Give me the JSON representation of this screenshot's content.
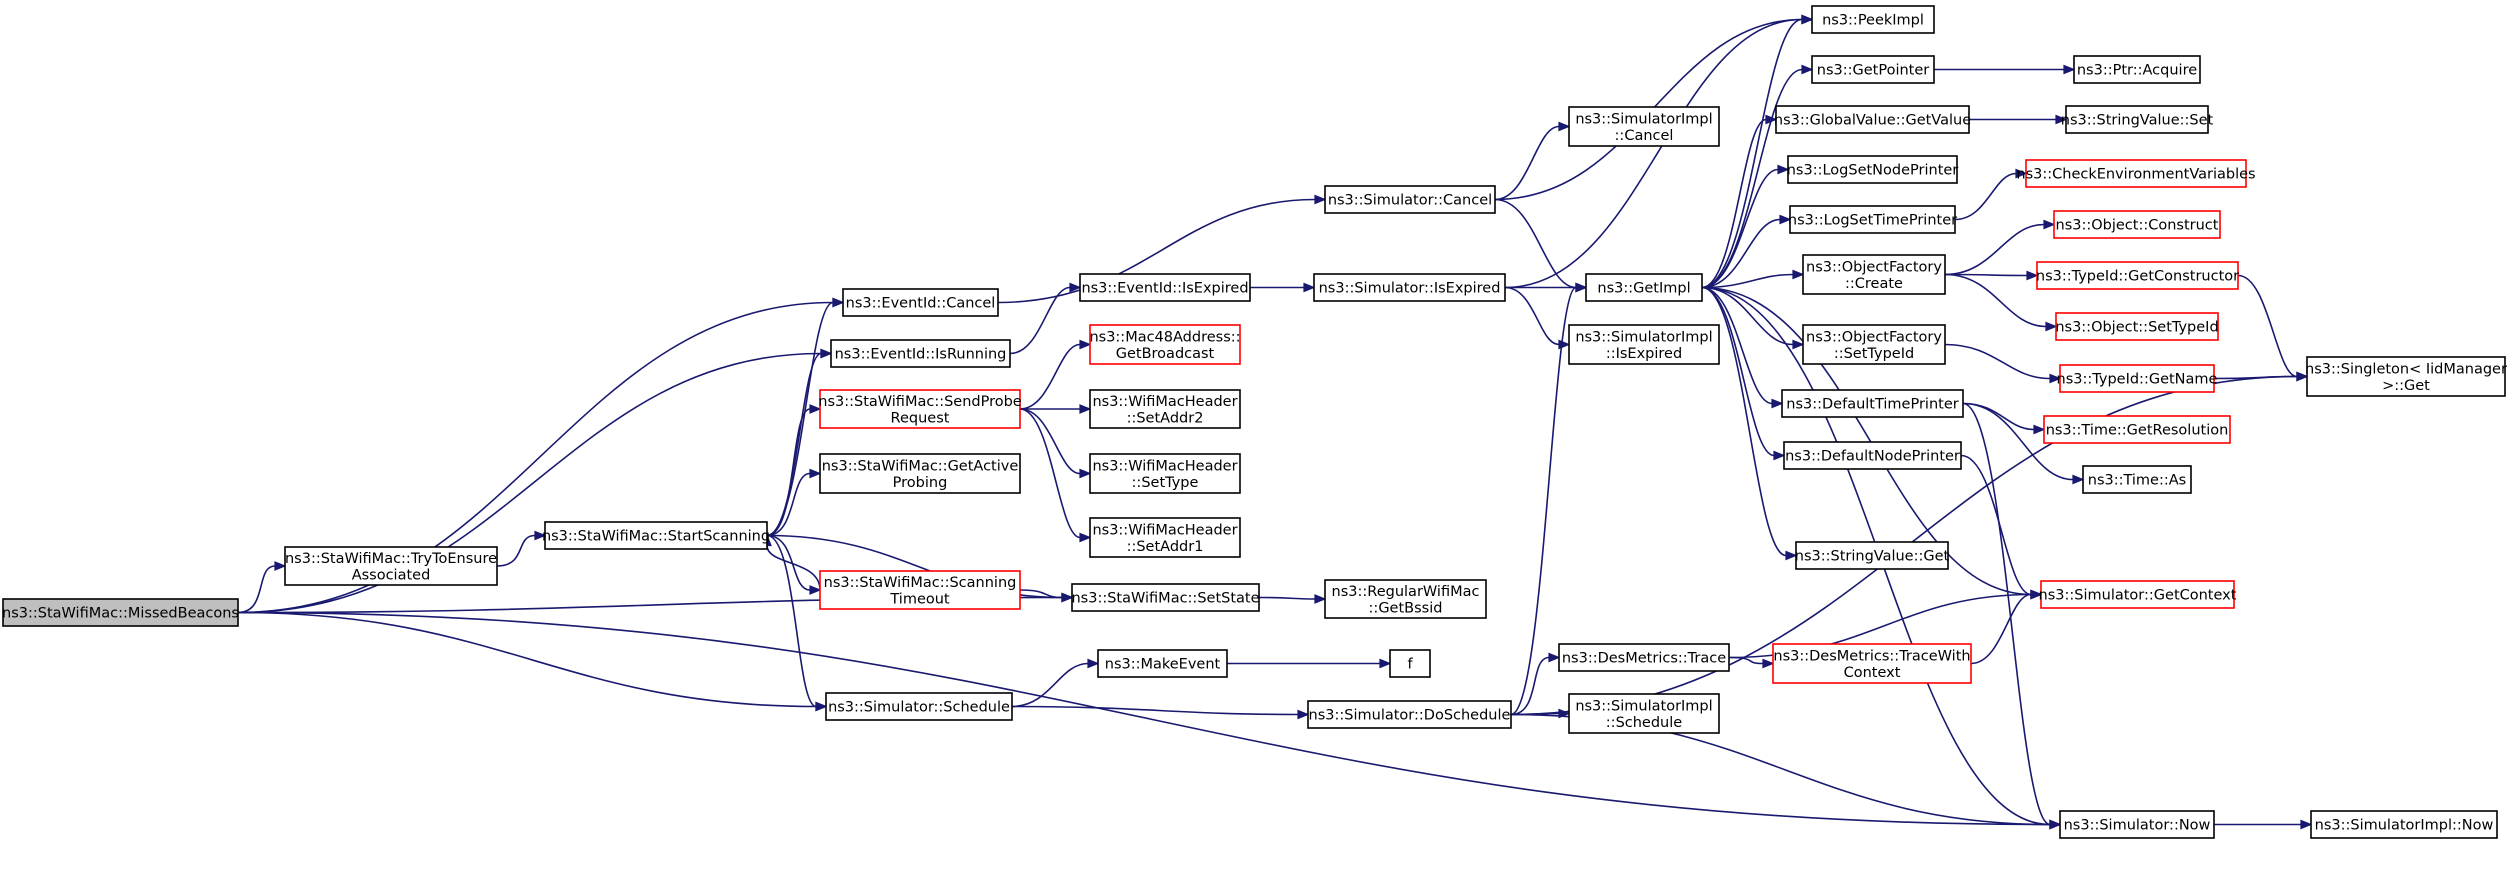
{
  "nodes": {
    "missed_beacons": {
      "lines": [
        "ns3::StaWifiMac::MissedBeacons"
      ],
      "style": "root"
    },
    "try_to_ensure": {
      "lines": [
        "ns3::StaWifiMac::TryToEnsure",
        "Associated"
      ],
      "style": "black"
    },
    "start_scanning": {
      "lines": [
        "ns3::StaWifiMac::StartScanning"
      ],
      "style": "black"
    },
    "eventid_cancel": {
      "lines": [
        "ns3::EventId::Cancel"
      ],
      "style": "black"
    },
    "eventid_isrunning": {
      "lines": [
        "ns3::EventId::IsRunning"
      ],
      "style": "black"
    },
    "send_probe": {
      "lines": [
        "ns3::StaWifiMac::SendProbe",
        "Request"
      ],
      "style": "red"
    },
    "get_active_probing": {
      "lines": [
        "ns3::StaWifiMac::GetActive",
        "Probing"
      ],
      "style": "black"
    },
    "scanning_timeout": {
      "lines": [
        "ns3::StaWifiMac::Scanning",
        "Timeout"
      ],
      "style": "red"
    },
    "set_state": {
      "lines": [
        "ns3::StaWifiMac::SetState"
      ],
      "style": "black"
    },
    "sim_schedule": {
      "lines": [
        "ns3::Simulator::Schedule"
      ],
      "style": "black"
    },
    "eventid_isexpired": {
      "lines": [
        "ns3::EventId::IsExpired"
      ],
      "style": "black"
    },
    "mac48_broadcast": {
      "lines": [
        "ns3::Mac48Address::",
        "GetBroadcast"
      ],
      "style": "red"
    },
    "hdr_setaddr2": {
      "lines": [
        "ns3::WifiMacHeader",
        "::SetAddr2"
      ],
      "style": "black"
    },
    "hdr_settype": {
      "lines": [
        "ns3::WifiMacHeader",
        "::SetType"
      ],
      "style": "black"
    },
    "hdr_setaddr1": {
      "lines": [
        "ns3::WifiMacHeader",
        "::SetAddr1"
      ],
      "style": "black"
    },
    "regular_getbssid": {
      "lines": [
        "ns3::RegularWifiMac",
        "::GetBssid"
      ],
      "style": "black"
    },
    "make_event": {
      "lines": [
        "ns3::MakeEvent"
      ],
      "style": "black"
    },
    "f": {
      "lines": [
        "f"
      ],
      "style": "black"
    },
    "sim_cancel": {
      "lines": [
        "ns3::Simulator::Cancel"
      ],
      "style": "black"
    },
    "sim_isexpired": {
      "lines": [
        "ns3::Simulator::IsExpired"
      ],
      "style": "black"
    },
    "sim_doschedule": {
      "lines": [
        "ns3::Simulator::DoSchedule"
      ],
      "style": "black"
    },
    "simimpl_cancel": {
      "lines": [
        "ns3::SimulatorImpl",
        "::Cancel"
      ],
      "style": "black"
    },
    "getimpl": {
      "lines": [
        "ns3::GetImpl"
      ],
      "style": "black"
    },
    "simimpl_isexpired": {
      "lines": [
        "ns3::SimulatorImpl",
        "::IsExpired"
      ],
      "style": "black"
    },
    "desmetrics_trace": {
      "lines": [
        "ns3::DesMetrics::Trace"
      ],
      "style": "black"
    },
    "simimpl_schedule": {
      "lines": [
        "ns3::SimulatorImpl",
        "::Schedule"
      ],
      "style": "black"
    },
    "peekimpl": {
      "lines": [
        "ns3::PeekImpl"
      ],
      "style": "black"
    },
    "getpointer": {
      "lines": [
        "ns3::GetPointer"
      ],
      "style": "black"
    },
    "globalvalue_getvalue": {
      "lines": [
        "ns3::GlobalValue::GetValue"
      ],
      "style": "black"
    },
    "logsetnodeprinter": {
      "lines": [
        "ns3::LogSetNodePrinter"
      ],
      "style": "black"
    },
    "logsettimeprinter": {
      "lines": [
        "ns3::LogSetTimePrinter"
      ],
      "style": "black"
    },
    "objfactory_create": {
      "lines": [
        "ns3::ObjectFactory",
        "::Create"
      ],
      "style": "black"
    },
    "objfactory_settypeid": {
      "lines": [
        "ns3::ObjectFactory",
        "::SetTypeId"
      ],
      "style": "black"
    },
    "defaulttimeprinter": {
      "lines": [
        "ns3::DefaultTimePrinter"
      ],
      "style": "black"
    },
    "defaultnodeprinter": {
      "lines": [
        "ns3::DefaultNodePrinter"
      ],
      "style": "black"
    },
    "stringvalue_get": {
      "lines": [
        "ns3::StringValue::Get"
      ],
      "style": "black"
    },
    "desmetrics_tracewithcontext": {
      "lines": [
        "ns3::DesMetrics::TraceWith",
        "Context"
      ],
      "style": "red"
    },
    "ptr_acquire": {
      "lines": [
        "ns3::Ptr::Acquire"
      ],
      "style": "black"
    },
    "stringvalue_set": {
      "lines": [
        "ns3::StringValue::Set"
      ],
      "style": "black"
    },
    "checkenv": {
      "lines": [
        "ns3::CheckEnvironmentVariables"
      ],
      "style": "red"
    },
    "object_construct": {
      "lines": [
        "ns3::Object::Construct"
      ],
      "style": "red"
    },
    "typeid_getconstructor": {
      "lines": [
        "ns3::TypeId::GetConstructor"
      ],
      "style": "red"
    },
    "object_settypeid": {
      "lines": [
        "ns3::Object::SetTypeId"
      ],
      "style": "red"
    },
    "typeid_getname": {
      "lines": [
        "ns3::TypeId::GetName"
      ],
      "style": "red"
    },
    "time_getresolution": {
      "lines": [
        "ns3::Time::GetResolution"
      ],
      "style": "red"
    },
    "time_as": {
      "lines": [
        "ns3::Time::As"
      ],
      "style": "black"
    },
    "sim_getcontext": {
      "lines": [
        "ns3::Simulator::GetContext"
      ],
      "style": "red"
    },
    "sim_now": {
      "lines": [
        "ns3::Simulator::Now"
      ],
      "style": "black"
    },
    "singleton_get": {
      "lines": [
        "ns3::Singleton< IidManager",
        ">::Get"
      ],
      "style": "black"
    },
    "simimpl_now": {
      "lines": [
        "ns3::SimulatorImpl::Now"
      ],
      "style": "black"
    }
  },
  "edges": [
    [
      "missed_beacons",
      "try_to_ensure"
    ],
    [
      "missed_beacons",
      "eventid_cancel"
    ],
    [
      "missed_beacons",
      "eventid_isrunning"
    ],
    [
      "missed_beacons",
      "set_state"
    ],
    [
      "missed_beacons",
      "sim_schedule"
    ],
    [
      "missed_beacons",
      "sim_now"
    ],
    [
      "try_to_ensure",
      "start_scanning"
    ],
    [
      "start_scanning",
      "eventid_cancel"
    ],
    [
      "start_scanning",
      "eventid_isrunning"
    ],
    [
      "start_scanning",
      "send_probe"
    ],
    [
      "start_scanning",
      "get_active_probing"
    ],
    [
      "start_scanning",
      "scanning_timeout"
    ],
    [
      "start_scanning",
      "set_state"
    ],
    [
      "start_scanning",
      "sim_schedule"
    ],
    [
      "scanning_timeout",
      "start_scanning"
    ],
    [
      "scanning_timeout",
      "set_state"
    ],
    [
      "eventid_cancel",
      "sim_cancel"
    ],
    [
      "eventid_isrunning",
      "eventid_isexpired"
    ],
    [
      "eventid_isexpired",
      "sim_isexpired"
    ],
    [
      "send_probe",
      "mac48_broadcast"
    ],
    [
      "send_probe",
      "hdr_setaddr2"
    ],
    [
      "send_probe",
      "hdr_settype"
    ],
    [
      "send_probe",
      "hdr_setaddr1"
    ],
    [
      "set_state",
      "regular_getbssid"
    ],
    [
      "sim_schedule",
      "make_event"
    ],
    [
      "sim_schedule",
      "sim_doschedule"
    ],
    [
      "make_event",
      "f"
    ],
    [
      "sim_cancel",
      "simimpl_cancel"
    ],
    [
      "sim_cancel",
      "getimpl"
    ],
    [
      "sim_cancel",
      "peekimpl"
    ],
    [
      "sim_isexpired",
      "getimpl"
    ],
    [
      "sim_isexpired",
      "simimpl_isexpired"
    ],
    [
      "sim_isexpired",
      "peekimpl"
    ],
    [
      "sim_doschedule",
      "getimpl"
    ],
    [
      "sim_doschedule",
      "desmetrics_trace"
    ],
    [
      "sim_doschedule",
      "simimpl_schedule"
    ],
    [
      "sim_doschedule",
      "sim_now"
    ],
    [
      "sim_doschedule",
      "singleton_get"
    ],
    [
      "desmetrics_trace",
      "desmetrics_tracewithcontext"
    ],
    [
      "desmetrics_trace",
      "sim_getcontext"
    ],
    [
      "desmetrics_tracewithcontext",
      "sim_getcontext"
    ],
    [
      "getimpl",
      "peekimpl"
    ],
    [
      "getimpl",
      "getpointer"
    ],
    [
      "getimpl",
      "globalvalue_getvalue"
    ],
    [
      "getimpl",
      "logsetnodeprinter"
    ],
    [
      "getimpl",
      "logsettimeprinter"
    ],
    [
      "getimpl",
      "objfactory_create"
    ],
    [
      "getimpl",
      "objfactory_settypeid"
    ],
    [
      "getimpl",
      "defaulttimeprinter"
    ],
    [
      "getimpl",
      "defaultnodeprinter"
    ],
    [
      "getimpl",
      "stringvalue_get"
    ],
    [
      "getimpl",
      "sim_getcontext"
    ],
    [
      "getimpl",
      "sim_now"
    ],
    [
      "getpointer",
      "ptr_acquire"
    ],
    [
      "globalvalue_getvalue",
      "stringvalue_set"
    ],
    [
      "logsettimeprinter",
      "checkenv"
    ],
    [
      "objfactory_create",
      "object_construct"
    ],
    [
      "objfactory_create",
      "typeid_getconstructor"
    ],
    [
      "objfactory_create",
      "object_settypeid"
    ],
    [
      "objfactory_settypeid",
      "typeid_getname"
    ],
    [
      "typeid_getconstructor",
      "singleton_get"
    ],
    [
      "typeid_getname",
      "singleton_get"
    ],
    [
      "defaulttimeprinter",
      "time_getresolution"
    ],
    [
      "defaulttimeprinter",
      "time_as"
    ],
    [
      "defaulttimeprinter",
      "sim_now"
    ],
    [
      "defaultnodeprinter",
      "sim_getcontext"
    ],
    [
      "sim_now",
      "simimpl_now"
    ]
  ]
}
